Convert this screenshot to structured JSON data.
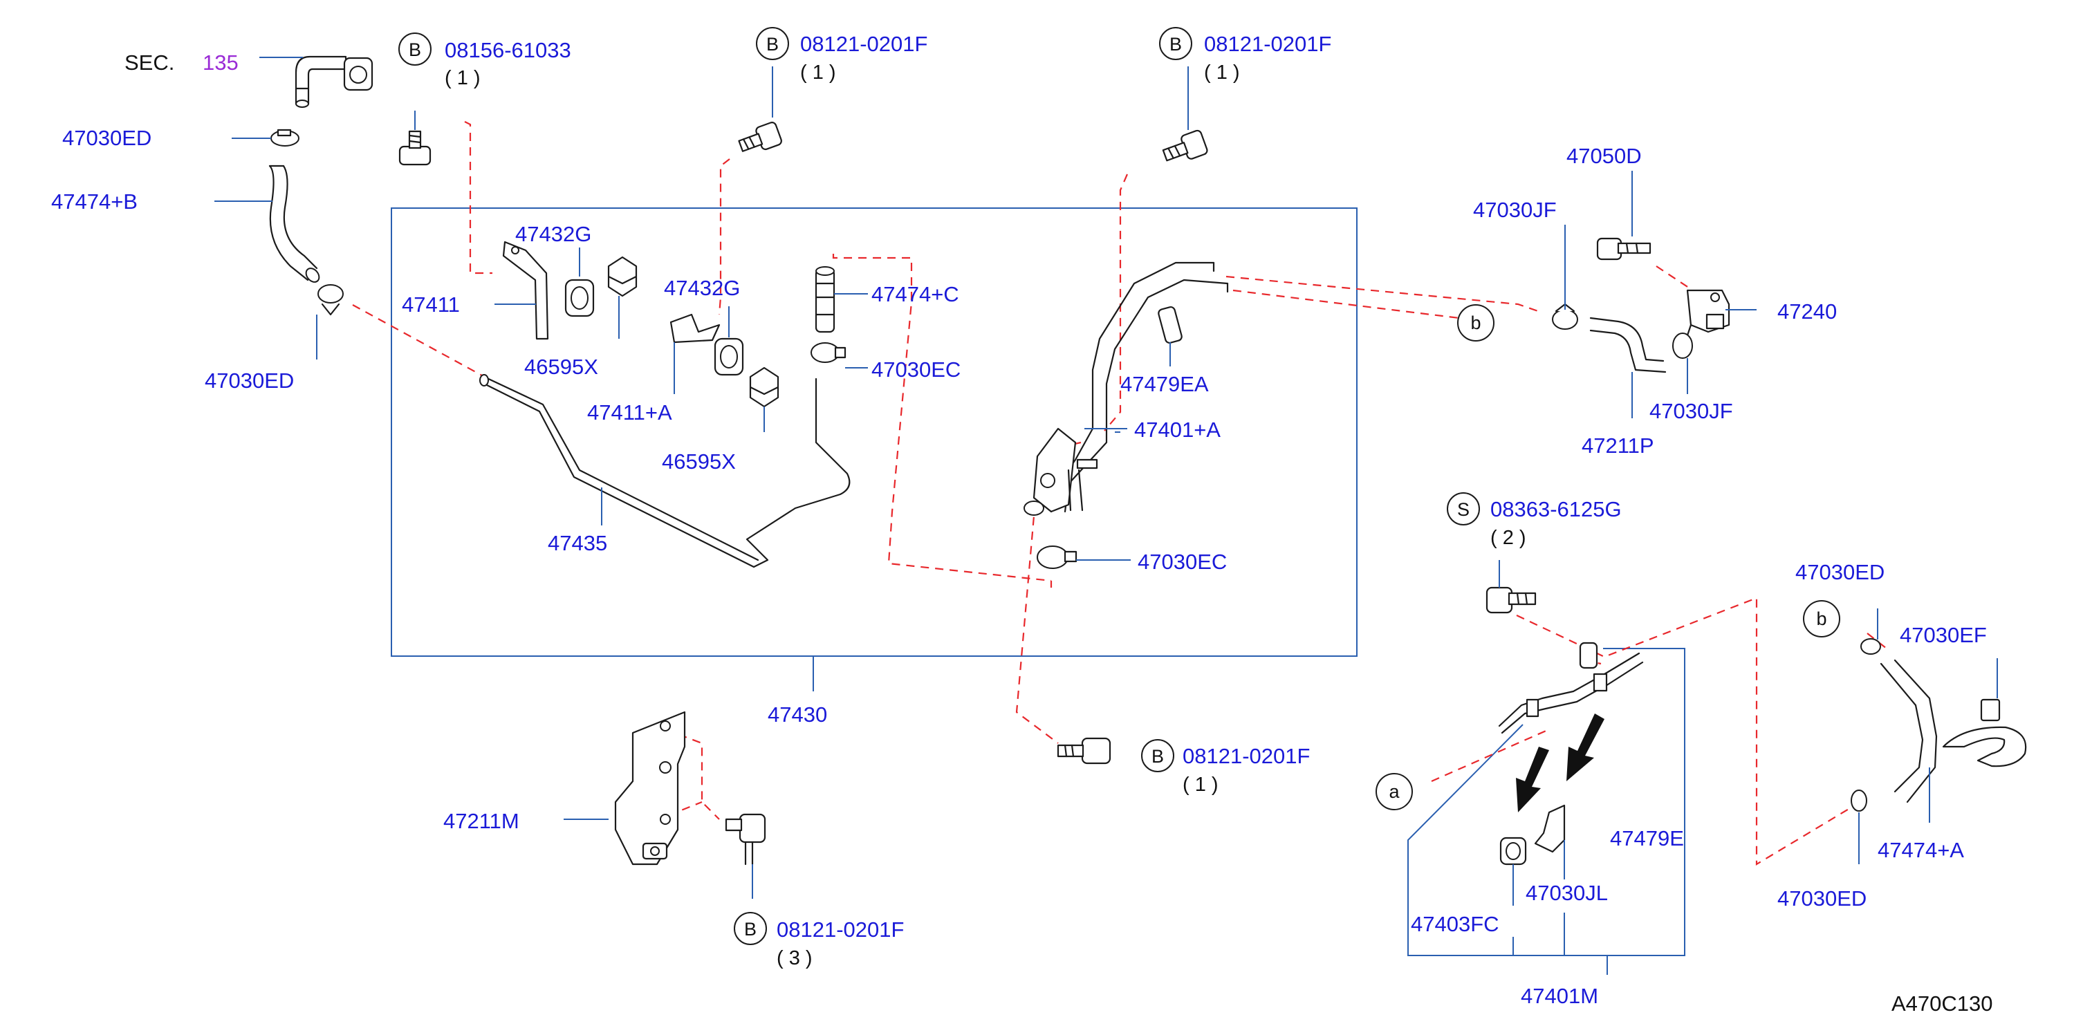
{
  "section_ref": {
    "prefix": "SEC.",
    "number": "135"
  },
  "bolts": [
    {
      "circle": "B",
      "part": "08156-61033",
      "qty": "( 1 )"
    },
    {
      "circle": "B",
      "part": "08121-0201F",
      "qty": "( 1 )"
    },
    {
      "circle": "B",
      "part": "08121-0201F",
      "qty": "( 1 )"
    },
    {
      "circle": "B",
      "part": "08121-0201F",
      "qty": "( 1 )"
    },
    {
      "circle": "B",
      "part": "08121-0201F",
      "qty": "( 3 )"
    },
    {
      "circle": "S",
      "part": "08363-6125G",
      "qty": "( 2 )"
    }
  ],
  "parts": {
    "p47030ED_a": "47030ED",
    "p47474B": "47474+B",
    "p47030ED_b": "47030ED",
    "p47432G_a": "47432G",
    "p47411": "47411",
    "p46595X_a": "46595X",
    "p47432G_b": "47432G",
    "p47411A": "47411+A",
    "p46595X_b": "46595X",
    "p47474C": "47474+C",
    "p47030EC_a": "47030EC",
    "p47479EA": "47479EA",
    "p47401A": "47401+A",
    "p47435": "47435",
    "p47030EC_b": "47030EC",
    "p47430": "47430",
    "p47050D": "47050D",
    "p47030JF_a": "47030JF",
    "p47240": "47240",
    "p47030JF_b": "47030JF",
    "p47211P": "47211P",
    "p47211M": "47211M",
    "p47030ED_c": "47030ED",
    "p47030EF": "47030EF",
    "p47474A": "47474+A",
    "p47030ED_d": "47030ED",
    "p47479E": "47479E",
    "p47030JL": "47030JL",
    "p47403FC": "47403FC",
    "p47401M": "47401M"
  },
  "connectors": {
    "b1": "b",
    "b2": "b",
    "a1": "a"
  },
  "figure_id": "A470C130"
}
